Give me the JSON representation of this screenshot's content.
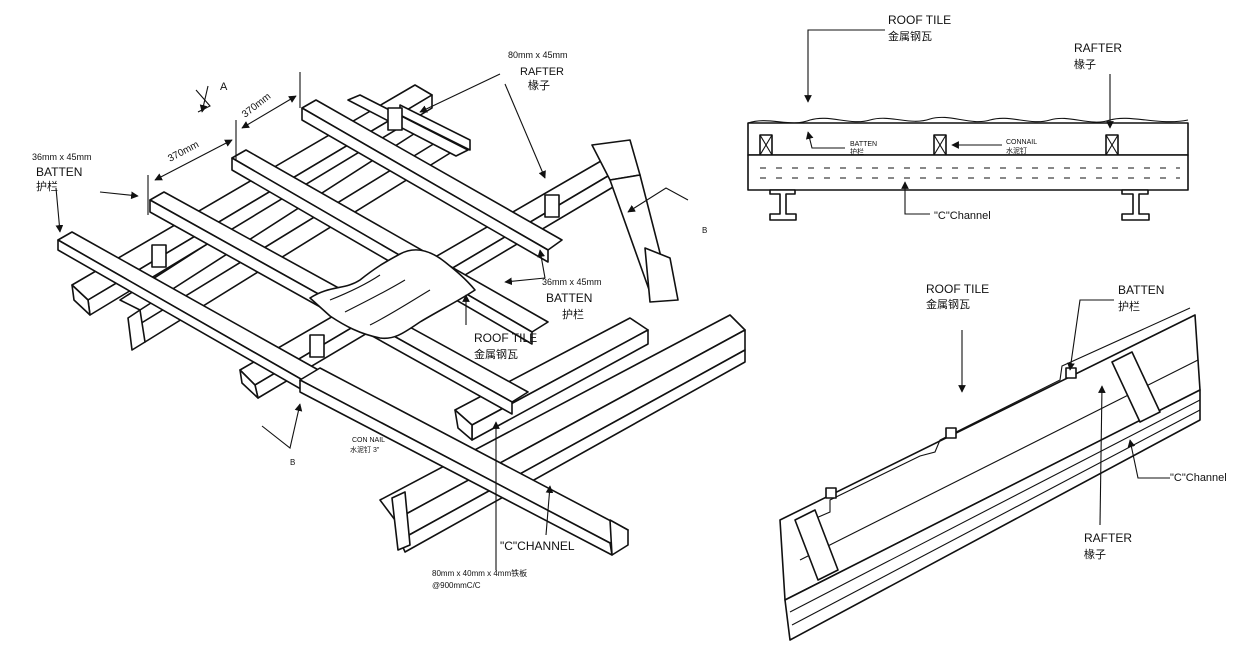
{
  "left": {
    "rafter_size": "80mm x 45mm",
    "rafter_en": "RAFTER",
    "rafter_cn": "椽子",
    "section_a": "A",
    "dim_370_a": "370mm",
    "dim_370_b": "370mm",
    "batten_size_1": "36mm x 45mm",
    "batten_en_1": "BATTEN",
    "batten_cn_1": "护栏",
    "section_b_1": "B",
    "batten_size_2": "36mm x 45mm",
    "batten_en_2": "BATTEN",
    "batten_cn_2": "护栏",
    "roof_tile_en": "ROOF TILE",
    "roof_tile_cn": "金属钢瓦",
    "con_nail_en": "CON NAIL",
    "con_nail_cn": "水泥钉 3\"",
    "section_b_2": "B",
    "c_channel": "\"C\"CHANNEL",
    "channel_spec_1": "80mm x 40mm x 4mm铁板",
    "channel_spec_2": "@900mmC/C"
  },
  "top_right": {
    "roof_tile_en": "ROOF TILE",
    "roof_tile_cn": "金属钢瓦",
    "rafter_en": "RAFTER",
    "rafter_cn": "椽子",
    "batten_en": "BATTEN",
    "batten_cn": "护栏",
    "connail_en": "CONNAIL",
    "connail_cn": "水泥钉",
    "c_channel": "\"C\"Channel"
  },
  "bottom_right": {
    "roof_tile_en": "ROOF TILE",
    "roof_tile_cn": "金属钢瓦",
    "batten_en": "BATTEN",
    "batten_cn": "护栏",
    "c_channel": "\"C\"Channel",
    "rafter_en": "RAFTER",
    "rafter_cn": "椽子"
  }
}
